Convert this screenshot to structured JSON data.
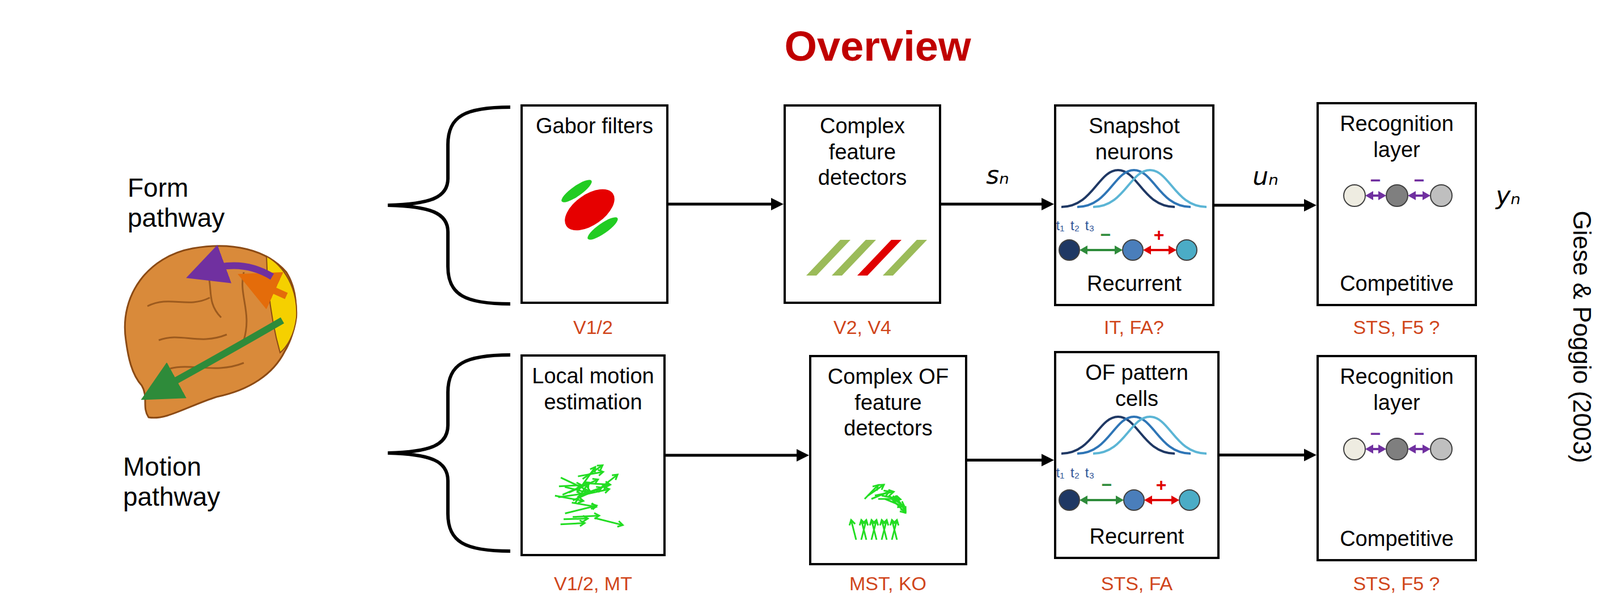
{
  "diagram": {
    "title": "Overview",
    "nodes": [
      {
        "text": [
          "Gabor filters"
        ]
      },
      {
        "text": [
          "Complex feature detectors"
        ]
      },
      {
        "text": [
          "Snapshot neurons",
          "Recurrent"
        ]
      },
      {
        "text": [
          "Recognition layer",
          "Competitive"
        ]
      },
      {
        "text": [
          "Local motion estimation"
        ]
      },
      {
        "text": [
          "Complex OF feature detectors"
        ]
      },
      {
        "text": [
          "OF pattern cells",
          "Recurrent"
        ]
      },
      {
        "text": [
          "Recognition layer",
          "Competitive"
        ]
      }
    ],
    "edges": [
      {
        "from": 0,
        "to": 1,
        "arrow": "to"
      },
      {
        "from": 1,
        "to": 2,
        "label": "sₙ",
        "arrow": "to"
      },
      {
        "from": 2,
        "to": 3,
        "label": "uₙ",
        "arrow": "to"
      },
      {
        "from": 4,
        "to": 5,
        "arrow": "to"
      },
      {
        "from": 5,
        "to": 6,
        "arrow": "to"
      },
      {
        "from": 6,
        "to": 7,
        "arrow": "to"
      }
    ],
    "labels": [
      "Form pathway",
      "Motion pathway",
      "V1/2",
      "V2, V4",
      "IT, FA?",
      "STS, F5 ?",
      "V1/2, MT",
      "MST, KO",
      "STS, FA",
      "STS, F5 ?",
      "yₙ",
      "Giese & Poggio (2003)",
      "t₁",
      "t₂",
      "t₃",
      "−",
      "+",
      "−",
      "−",
      "t₁",
      "t₂",
      "t₃",
      "−",
      "+",
      "−",
      "−"
    ]
  }
}
